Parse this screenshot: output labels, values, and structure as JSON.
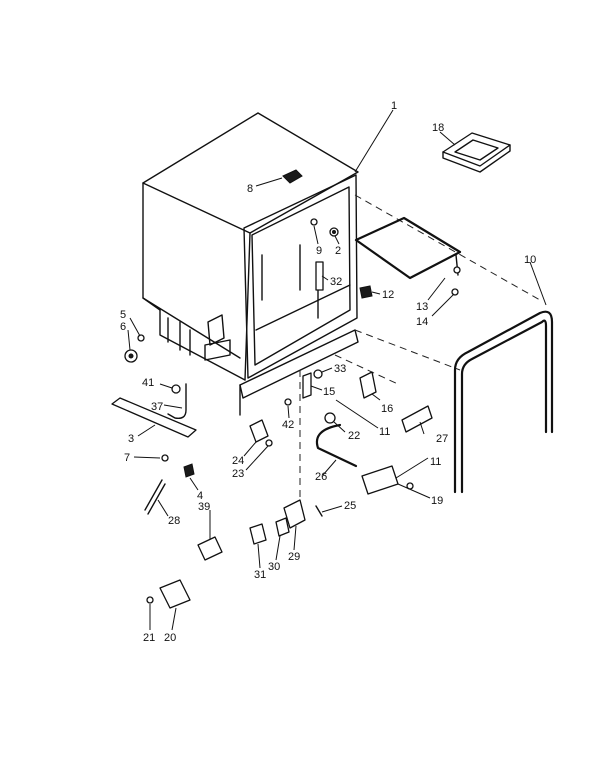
{
  "diagram": {
    "callouts": {
      "c1": "1",
      "c2": "2",
      "c3": "3",
      "c4": "4",
      "c5": "5",
      "c6": "6",
      "c7": "7",
      "c8": "8",
      "c9": "9",
      "c10": "10",
      "c11a": "11",
      "c11b": "11",
      "c12": "12",
      "c13": "13",
      "c14": "14",
      "c15": "15",
      "c16": "16",
      "c18": "18",
      "c19": "19",
      "c20": "20",
      "c21": "21",
      "c22": "22",
      "c23": "23",
      "c24": "24",
      "c25": "25",
      "c26": "26",
      "c27": "27",
      "c28": "28",
      "c29": "29",
      "c30": "30",
      "c31": "31",
      "c32": "32",
      "c33": "33",
      "c37": "37",
      "c39": "39",
      "c41": "41",
      "c42": "42"
    }
  }
}
